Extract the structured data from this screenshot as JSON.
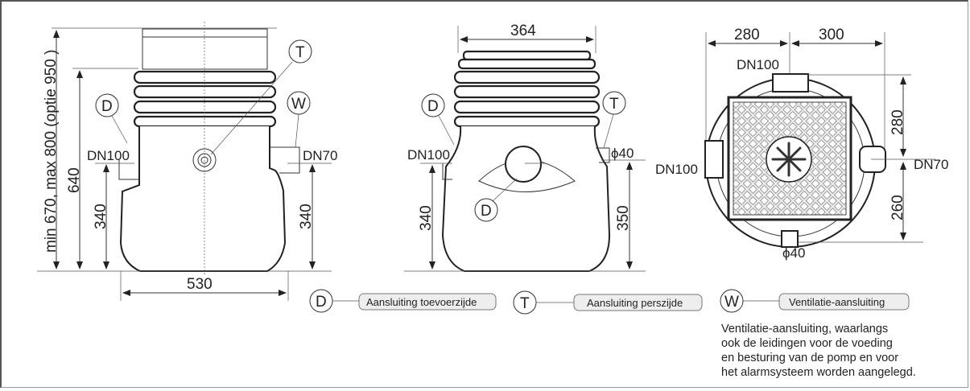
{
  "front_view": {
    "total_height": "min 670, max 800 (optie 950 )",
    "height_640": "640",
    "inlet_height": "340",
    "vent_height": "340",
    "width": "530",
    "inlet_label": "DN100",
    "vent_label": "DN70",
    "callout_d": "D",
    "callout_t": "T",
    "callout_w": "W"
  },
  "side_view": {
    "top_width": "364",
    "inlet_label": "DN100",
    "pressure_label": "ϕ40",
    "inlet_height": "340",
    "pressure_height": "350",
    "callout_d": "D",
    "callout_d2": "D",
    "callout_t": "T"
  },
  "top_view": {
    "dim_left": "280",
    "dim_right": "300",
    "dim_upper": "280",
    "dim_lower": "260",
    "top_label": "DN100",
    "left_label": "DN100",
    "right_label": "DN70",
    "bottom_label": "ϕ40"
  },
  "legend": [
    {
      "key": "D",
      "label": "Aansluiting toevoerzijde"
    },
    {
      "key": "T",
      "label": "Aansluiting perszijde"
    },
    {
      "key": "W",
      "label": "Ventilatie-aansluiting"
    }
  ],
  "note": [
    "Ventilatie-aansluiting, waarlangs",
    "ook de leidingen voor de voeding",
    "en besturing van de pomp en voor",
    "het alarmsysteem worden aangelegd."
  ]
}
